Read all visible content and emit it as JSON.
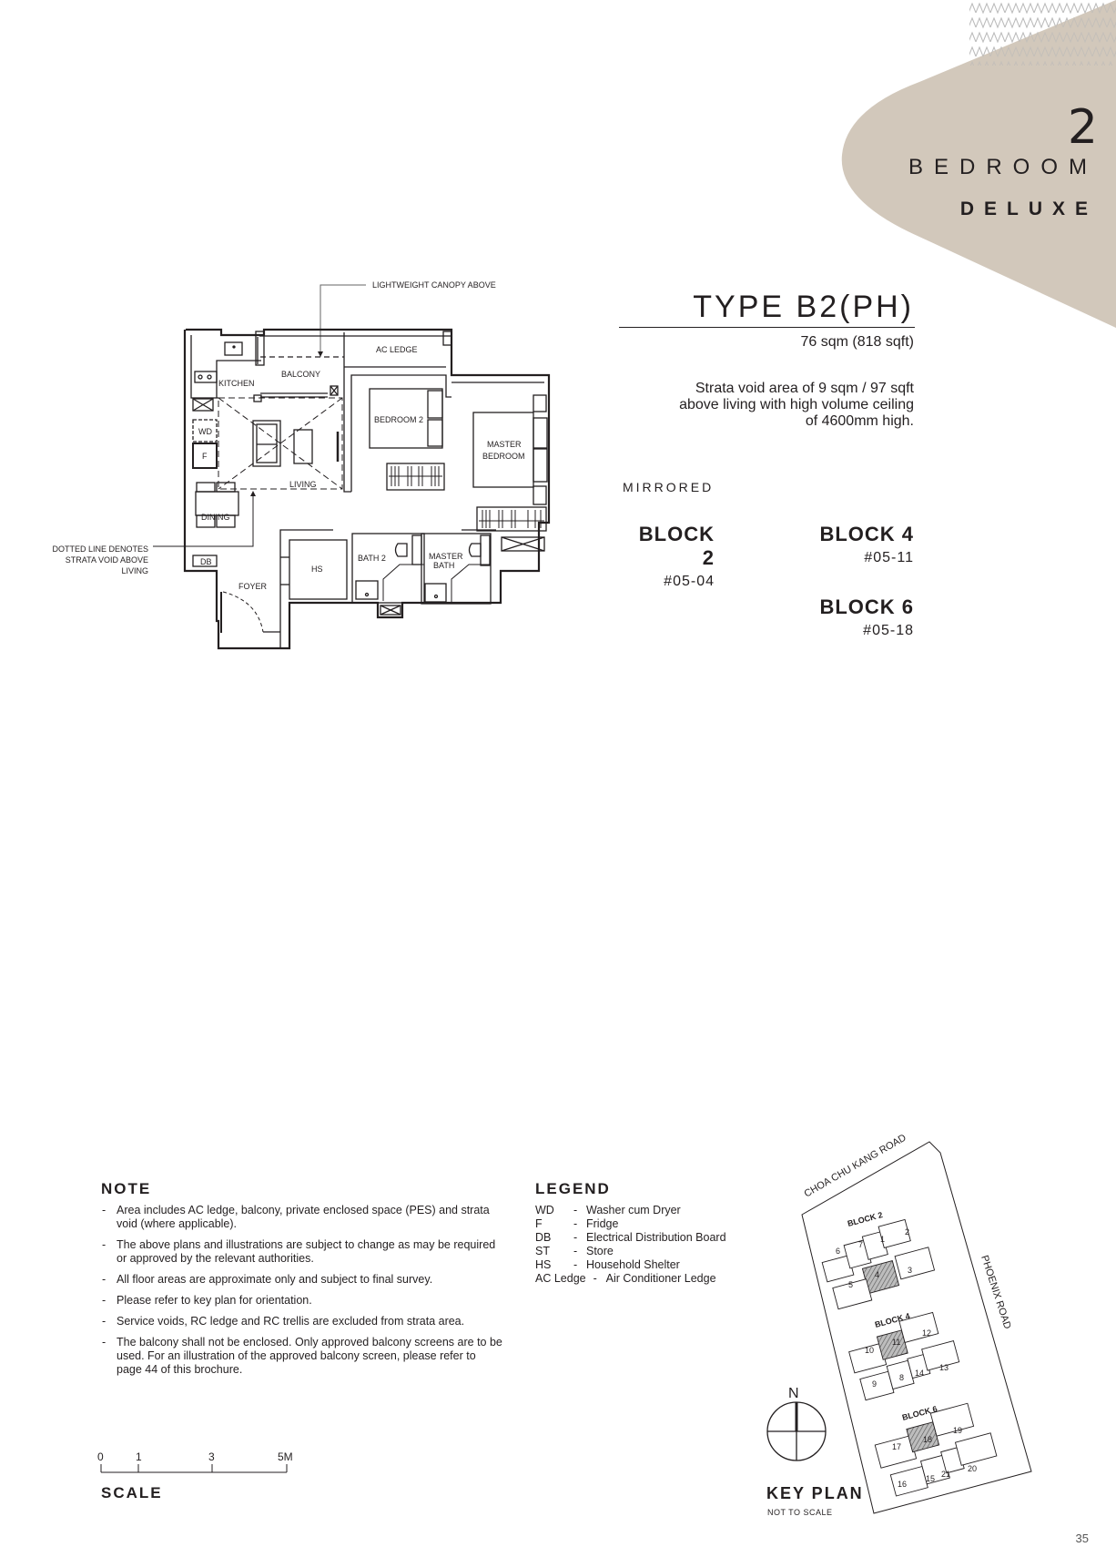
{
  "header": {
    "number": "2",
    "category": "BEDROOM",
    "subcategory": "DELUXE",
    "shape_color": "#d2c8bb"
  },
  "unit_type": {
    "title": "TYPE B2(PH)",
    "area": "76 sqm (818 sqft)",
    "strata_void": [
      "Strata void area of 9 sqm / 97 sqft",
      "above living with high volume ceiling",
      "of 4600mm high."
    ],
    "orientation": "MIRRORED",
    "blocks": [
      {
        "name": "BLOCK 2",
        "units": "#05-04"
      },
      {
        "name": "BLOCK 4",
        "units": "#05-11"
      },
      {
        "name": "BLOCK 6",
        "units": "#05-18"
      }
    ]
  },
  "floor_plan": {
    "annotations": {
      "canopy": "LIGHTWEIGHT CANOPY ABOVE",
      "void_note": [
        "DOTTED LINE DENOTES",
        "STRATA VOID ABOVE",
        "LIVING"
      ]
    },
    "rooms": {
      "kitchen": "KITCHEN",
      "balcony": "BALCONY",
      "ac_ledge": "AC LEDGE",
      "bedroom2": "BEDROOM 2",
      "master_bedroom": [
        "MASTER",
        "BEDROOM"
      ],
      "living": "LIVING",
      "dining": "DINING",
      "wd": "WD",
      "fridge": "F",
      "db": "DB",
      "foyer": "FOYER",
      "hs": "HS",
      "bath2": "BATH 2",
      "master_bath": [
        "MASTER",
        "BATH"
      ]
    }
  },
  "notes": {
    "title": "NOTE",
    "items": [
      "Area includes AC ledge, balcony, private enclosed space (PES) and strata void (where applicable).",
      "The above plans and illustrations are subject to change as may be required or approved by the relevant authorities.",
      "All floor areas are approximate only and subject to final survey.",
      "Please refer to key plan for orientation.",
      "Service voids, RC ledge and RC trellis are excluded from strata area.",
      "The balcony shall not be enclosed. Only approved balcony screens are to be used. For an illustration of the approved balcony screen, please refer to page 44 of this brochure."
    ]
  },
  "legend": {
    "title": "LEGEND",
    "items": [
      {
        "abbr": "WD",
        "desc": "Washer cum Dryer"
      },
      {
        "abbr": "F",
        "desc": "Fridge"
      },
      {
        "abbr": "DB",
        "desc": "Electrical Distribution Board"
      },
      {
        "abbr": "ST",
        "desc": "Store"
      },
      {
        "abbr": "HS",
        "desc": "Household Shelter"
      },
      {
        "abbr": "AC Ledge",
        "desc": "Air Conditioner Ledge"
      }
    ]
  },
  "scale": {
    "title": "SCALE",
    "ticks": [
      "0",
      "1",
      "3",
      "5M"
    ]
  },
  "key_plan": {
    "title": "KEY PLAN",
    "subtitle": "NOT TO SCALE",
    "north": "N",
    "roads": [
      "CHOA CHU KANG ROAD",
      "PHOENIX ROAD"
    ],
    "blocks": [
      {
        "name": "BLOCK 2",
        "units": [
          "1",
          "2",
          "3",
          "4",
          "5",
          "6",
          "7"
        ],
        "highlighted": "4"
      },
      {
        "name": "BLOCK 4",
        "units": [
          "8",
          "9",
          "10",
          "11",
          "12",
          "13",
          "14"
        ],
        "highlighted": "11"
      },
      {
        "name": "BLOCK 6",
        "units": [
          "15",
          "16",
          "17",
          "18",
          "19",
          "20",
          "21"
        ],
        "highlighted": "18"
      }
    ]
  },
  "page_number": "35"
}
